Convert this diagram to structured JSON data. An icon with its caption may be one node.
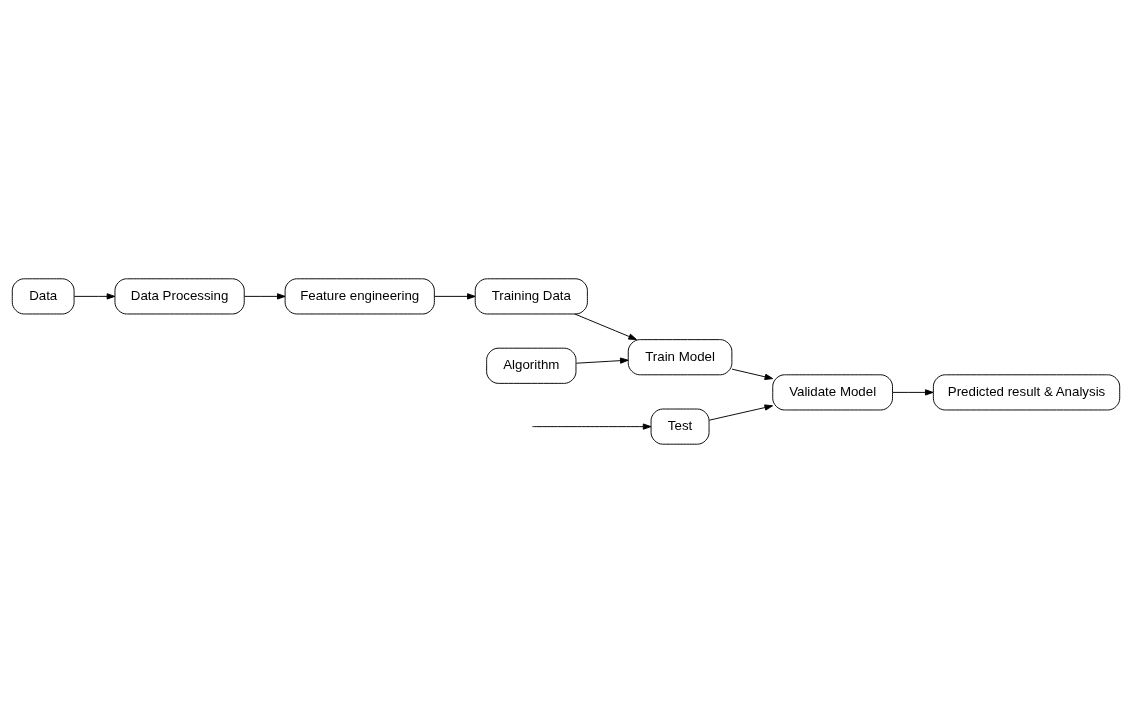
{
  "diagram": {
    "nodes": [
      {
        "text": [
          "Data"
        ]
      },
      {
        "text": [
          "Data Processing"
        ]
      },
      {
        "text": [
          "Feature engineering"
        ]
      },
      {
        "text": [
          "Training Data"
        ]
      },
      {
        "text": [
          "Test"
        ]
      },
      {
        "text": [
          "Algorithm"
        ]
      },
      {
        "text": [
          "Train Model"
        ]
      },
      {
        "text": [
          "Validate Model"
        ]
      },
      {
        "text": [
          "Predicted result & Analysis"
        ]
      }
    ],
    "edges": [
      {
        "from": 0,
        "to": 1,
        "arrow": "to"
      },
      {
        "from": 1,
        "to": 2,
        "arrow": "to"
      },
      {
        "from": 2,
        "to": 3,
        "arrow": "to"
      },
      {
        "from": null,
        "to": 4,
        "arrow": "to"
      },
      {
        "from": 3,
        "to": 6,
        "arrow": "to"
      },
      {
        "from": 5,
        "to": 6,
        "arrow": "to"
      },
      {
        "from": 6,
        "to": 7,
        "arrow": "to"
      },
      {
        "from": 4,
        "to": 7,
        "arrow": "to"
      },
      {
        "from": 7,
        "to": 8,
        "arrow": "to"
      }
    ]
  }
}
